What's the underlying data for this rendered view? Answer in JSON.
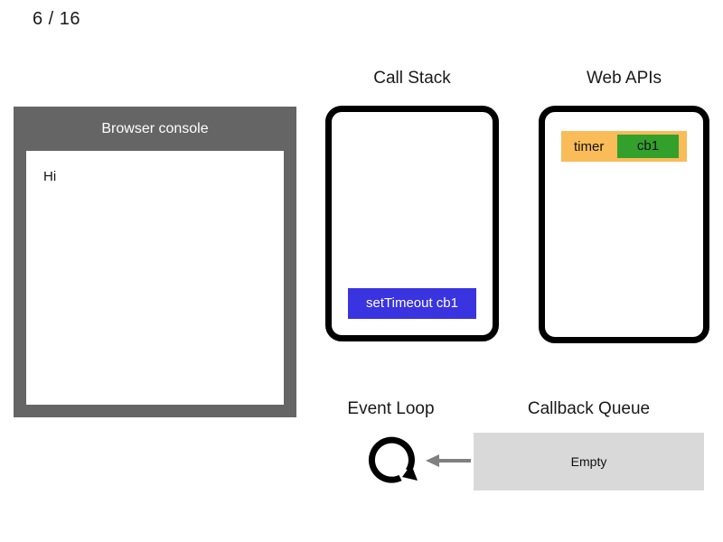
{
  "slide": {
    "counter": "6 / 16"
  },
  "console": {
    "title": "Browser console",
    "lines": [
      "Hi"
    ]
  },
  "call_stack": {
    "title": "Call Stack",
    "frames": [
      {
        "label": "setTimeout cb1",
        "color": "#3a33e0"
      }
    ]
  },
  "web_apis": {
    "title": "Web APIs",
    "rows": [
      {
        "label": "timer",
        "chip": "cb1",
        "row_color": "#f9bc58",
        "chip_color": "#33a02c"
      }
    ]
  },
  "event_loop": {
    "title": "Event Loop",
    "icon": "circular-arrow-icon",
    "flow_arrow": "arrow-left-icon"
  },
  "callback_queue": {
    "title": "Callback Queue",
    "status": "Empty"
  },
  "colors": {
    "console_frame": "#656565",
    "box_border": "#000000",
    "stack_frame": "#3a33e0",
    "webapi_row": "#f9bc58",
    "webapi_chip": "#33a02c",
    "queue_bg": "#d9d9d9",
    "arrow": "#808080"
  }
}
